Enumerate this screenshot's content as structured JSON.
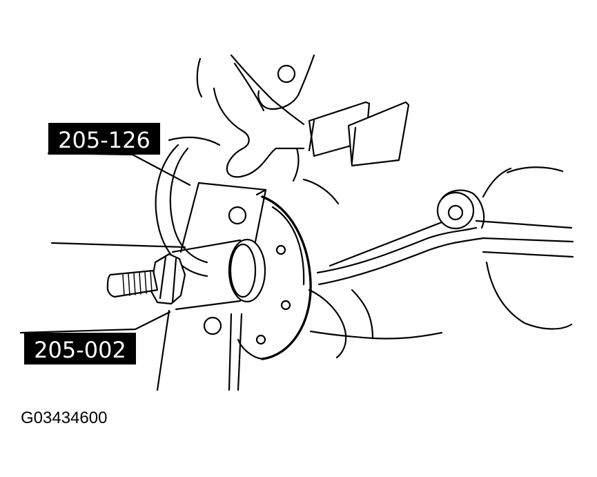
{
  "labels": {
    "tool_upper": "205-126",
    "tool_lower": "205-002"
  },
  "figure_id": "G03434600",
  "colors": {
    "ink": "#000000",
    "paper": "#ffffff"
  }
}
